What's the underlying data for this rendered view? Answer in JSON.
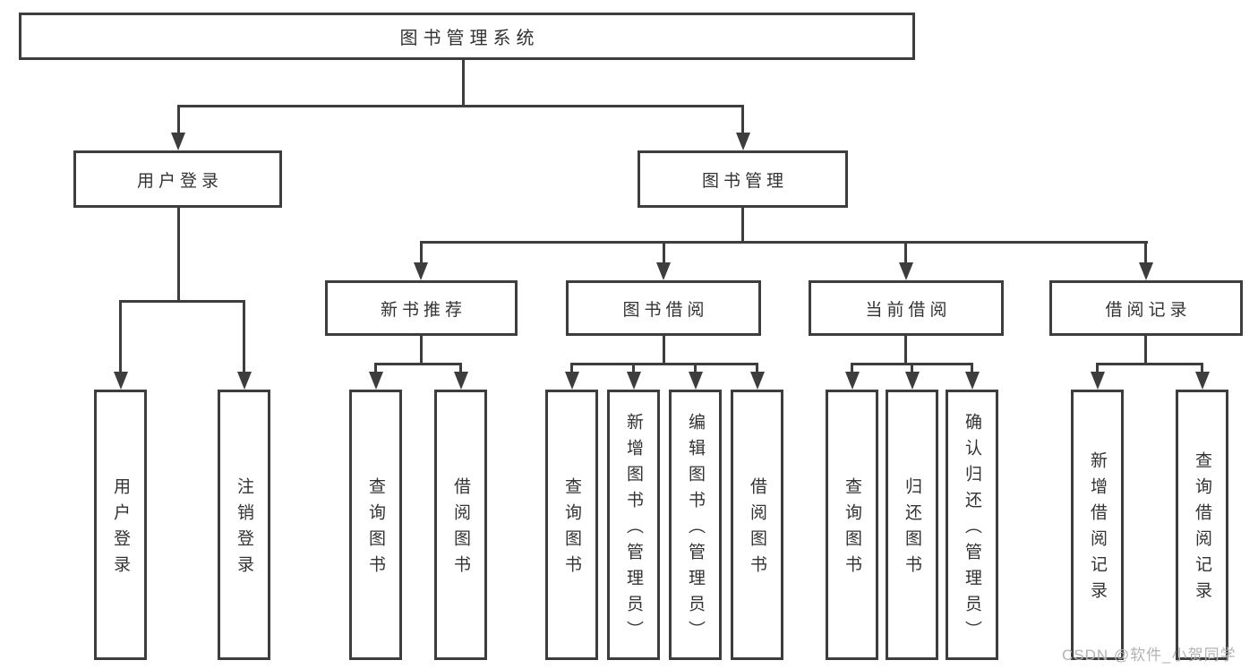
{
  "diagram": {
    "title": "图书管理系统",
    "tree": {
      "root": {
        "label": "图书管理系统"
      },
      "branches": [
        {
          "label": "用户登录",
          "children": [
            "用户登录",
            "注销登录"
          ]
        },
        {
          "label": "图书管理",
          "modules": [
            {
              "label": "新书推荐",
              "children": [
                "查询图书",
                "借阅图书"
              ]
            },
            {
              "label": "图书借阅",
              "children": [
                "查询图书",
                "新增图书（管理员）",
                "编辑图书（管理员）",
                "借阅图书"
              ]
            },
            {
              "label": "当前借阅",
              "children": [
                "查询图书",
                "归还图书",
                "确认归还（管理员）"
              ]
            },
            {
              "label": "借阅记录",
              "children": [
                "新增借阅记录",
                "查询借阅记录"
              ]
            }
          ]
        }
      ]
    },
    "watermark": "CSDN @软件_小贺同学",
    "colors": {
      "line": "#3d3d3d",
      "text": "#333333",
      "watermark": "#b3b3b3",
      "background": "#ffffff"
    }
  }
}
